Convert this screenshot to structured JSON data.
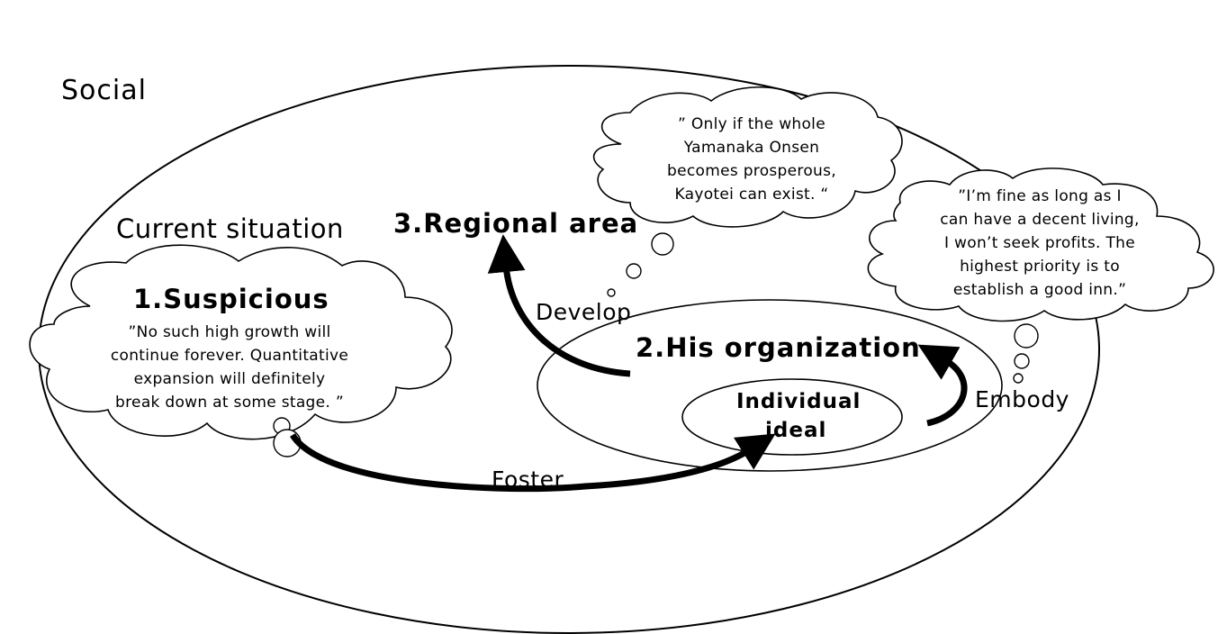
{
  "labels": {
    "social": "Social",
    "current_situation": "Current situation",
    "suspicious": "1.Suspicious",
    "regional_area": "3.Regional area",
    "his_organization": "2.His organization",
    "individual_ideal": [
      "Individual",
      "ideal"
    ],
    "develop": "Develop",
    "embody": "Embody",
    "foster": "Foster"
  },
  "quotes": {
    "suspicious": [
      "”No such high growth will",
      "continue forever. Quantitative",
      "expansion will definitely",
      "break down at some stage. ”"
    ],
    "regional": [
      "” Only if the whole",
      "Yamanaka Onsen",
      "becomes prosperous,",
      "Kayotei can exist. “"
    ],
    "organization": [
      "”I’m fine as long as I",
      "can have a decent living,",
      "I won’t seek profits. The",
      "highest priority is to",
      "establish a good inn.”"
    ]
  }
}
